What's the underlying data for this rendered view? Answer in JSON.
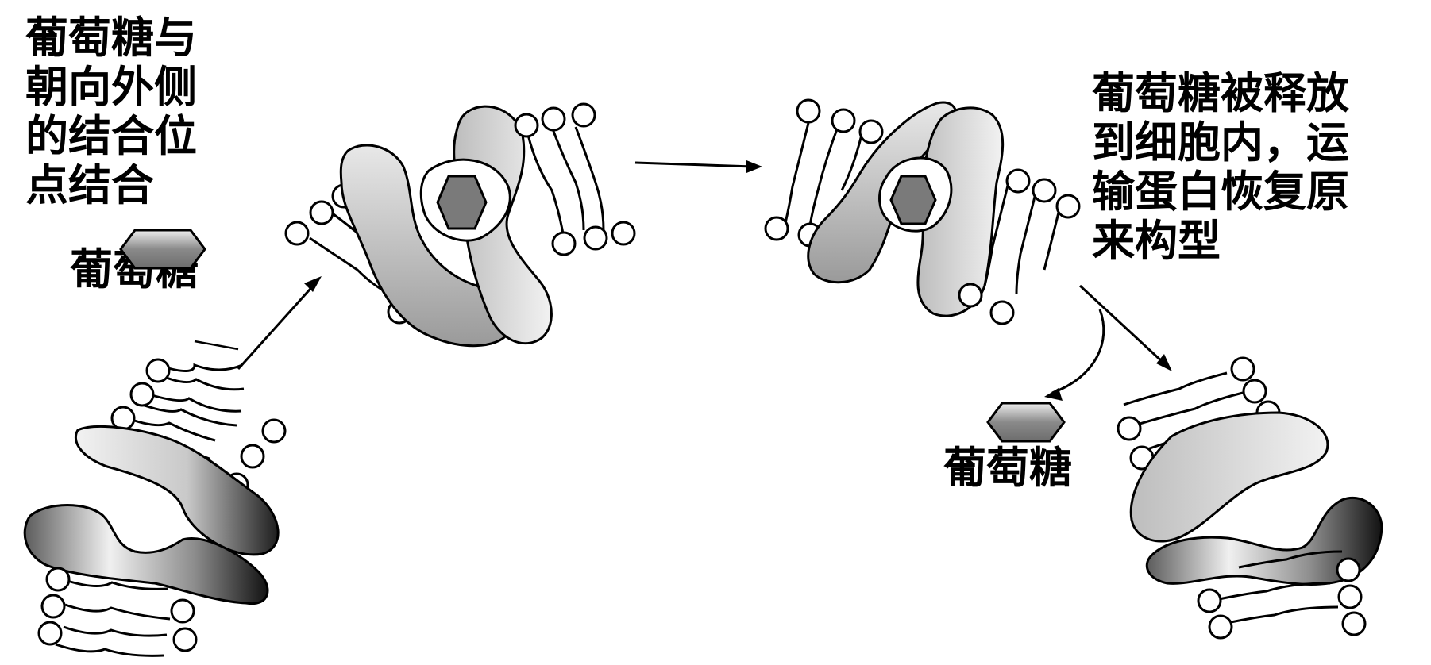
{
  "labels": {
    "bind_step": [
      "葡萄糖与",
      "朝向外侧",
      "的结合位",
      "点结合"
    ],
    "glucose_left": "葡萄糖",
    "release_step": [
      "葡萄糖被释放",
      "到细胞内，运",
      "输蛋白恢复原",
      "来构型"
    ],
    "glucose_right": "葡萄糖"
  }
}
